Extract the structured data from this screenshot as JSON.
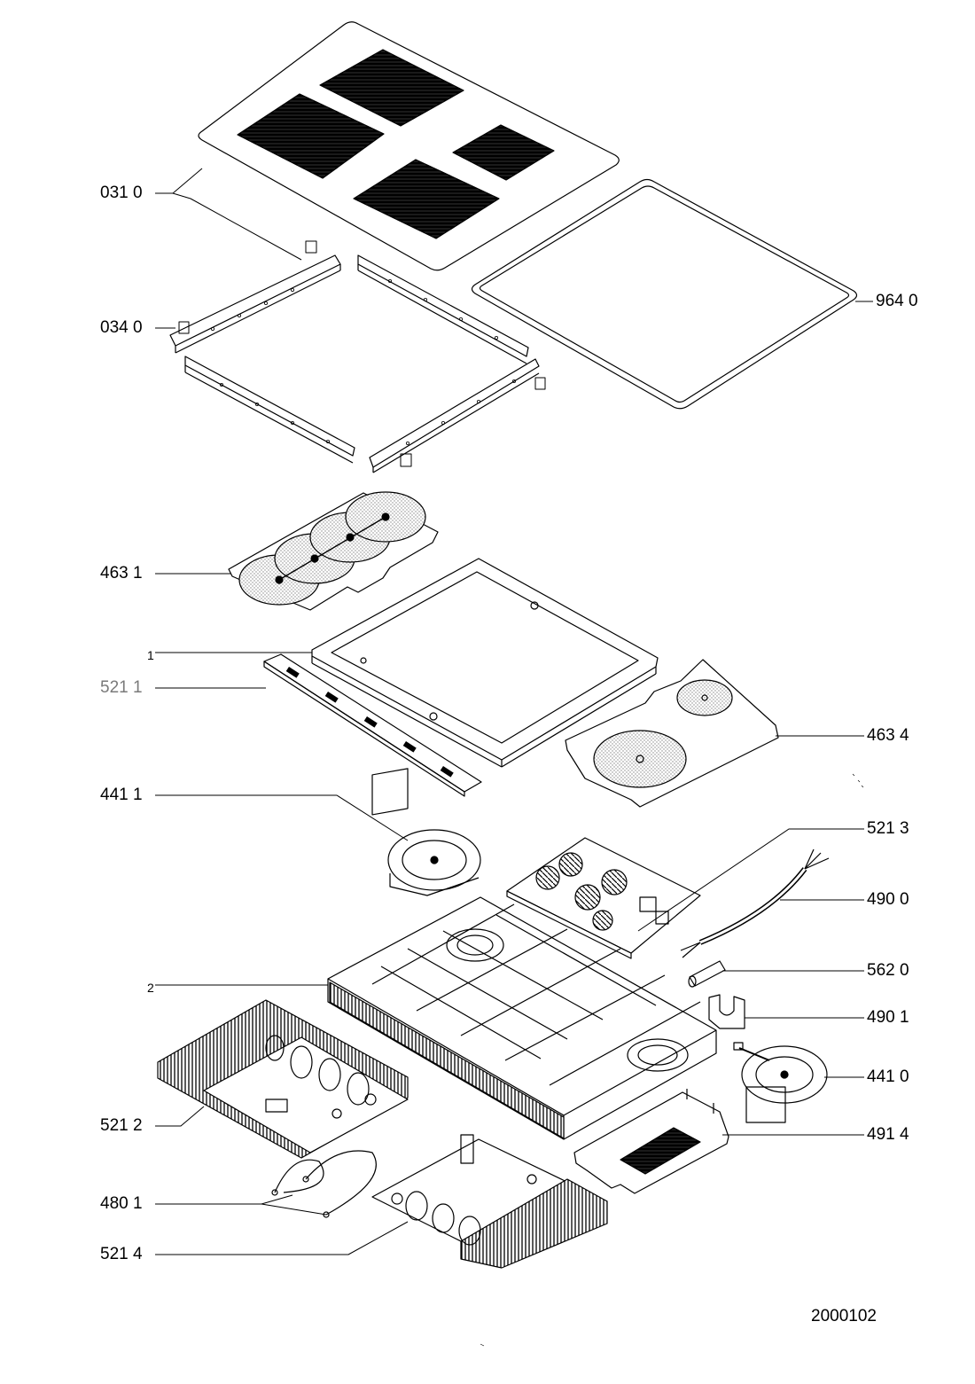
{
  "callouts": {
    "p0310": "031 0",
    "p0340": "034 0",
    "p9640": "964 0",
    "p4631": "463 1",
    "p1": "1",
    "p5211": "521 1",
    "p4634": "463 4",
    "p4411": "441 1",
    "p5213": "521 3",
    "p4900": "490 0",
    "p5620": "562 0",
    "p2": "2",
    "p4901": "490 1",
    "p4410": "441 0",
    "p5212": "521 2",
    "p4914": "491 4",
    "p4801": "480 1",
    "p5214": "521 4"
  },
  "drawing_number": "2000102",
  "colors": {
    "line": "#000000",
    "label_grey": "#7a7a7a",
    "dot_fill": "#d9d9d9"
  }
}
